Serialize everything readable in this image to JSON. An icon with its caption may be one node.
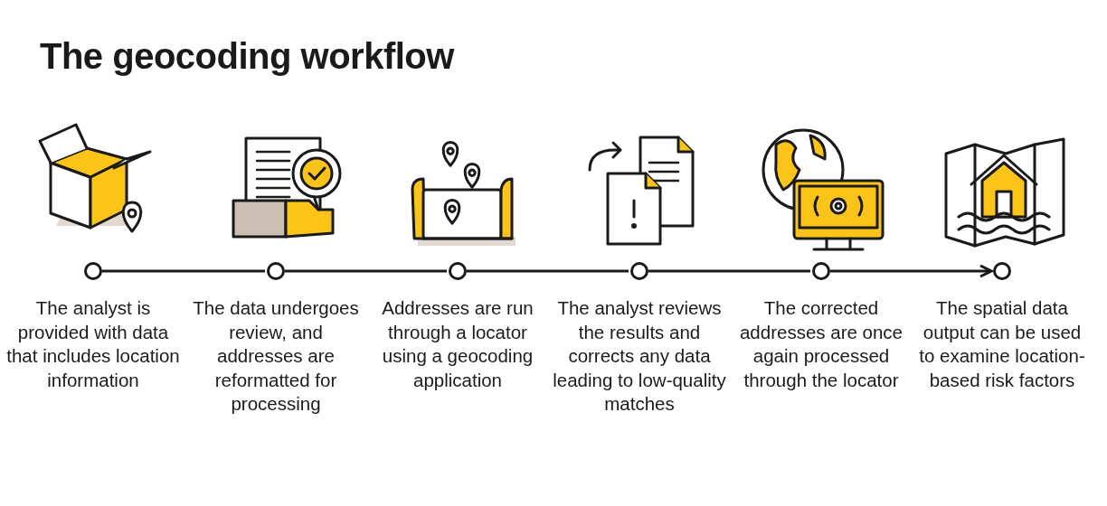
{
  "diagram": {
    "title": "The geocoding workflow",
    "nodes": [
      {
        "text": [],
        "shape": "circle",
        "beside": [
          "The analyst is provided with data that includes location information"
        ]
      },
      {
        "text": [],
        "shape": "circle",
        "beside": [
          "The data undergoes review, and addresses are reformatted for processing"
        ]
      },
      {
        "text": [],
        "shape": "circle",
        "beside": [
          "Addresses are run through a locator using a geocoding application"
        ]
      },
      {
        "text": [],
        "shape": "circle",
        "beside": [
          "The analyst reviews the results and corrects any data leading to low-quality matches"
        ]
      },
      {
        "text": [],
        "shape": "circle",
        "beside": [
          "The corrected addresses are once again processed through the locator"
        ]
      },
      {
        "text": [],
        "shape": "circle",
        "beside": [
          "The spatial data output can be used to examine location-based risk factors"
        ]
      }
    ],
    "edges": [
      {
        "from": 0,
        "to": 1,
        "arrow": "none"
      },
      {
        "from": 1,
        "to": 2,
        "arrow": "none"
      },
      {
        "from": 2,
        "to": 3,
        "arrow": "none"
      },
      {
        "from": 3,
        "to": 4,
        "arrow": "none"
      },
      {
        "from": 4,
        "to": 5,
        "arrow": "to"
      }
    ]
  }
}
